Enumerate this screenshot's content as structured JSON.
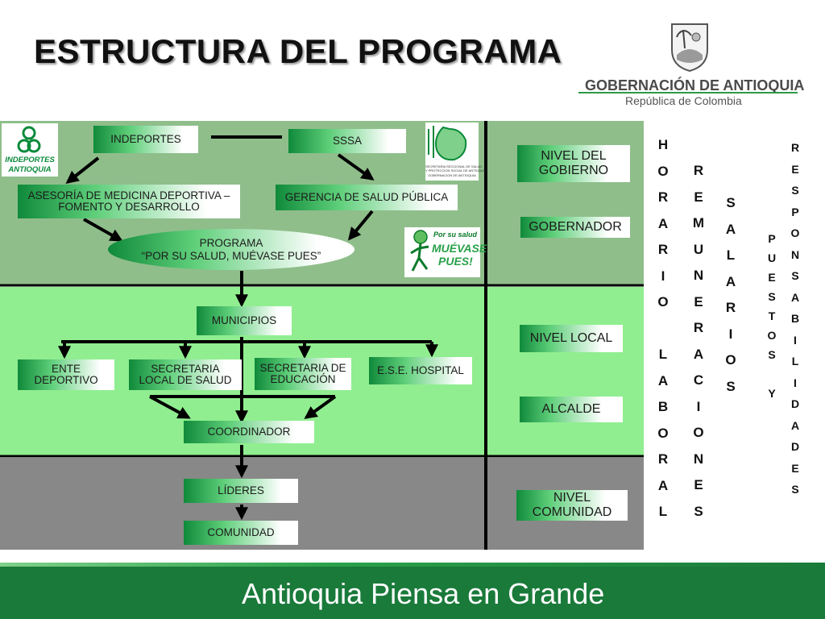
{
  "title": "ESTRUCTURA DEL PROGRAMA",
  "logo": {
    "name": "GOBERNACIÓN DE ANTIOQUIA",
    "subtitle": "República de Colombia",
    "icon": "coat-of-arms-icon"
  },
  "indeportes_logo": {
    "line1": "INDEPORTES",
    "line2": "ANTIOQUIA"
  },
  "ssa_logo": {
    "line1": "SECRETARIA SECCIONAL DE SALUD",
    "line2": "Y PROTECCION SOCIAL DE ANTIOQUIA",
    "line3": "GOBERNACION DE ANTIOQUIA"
  },
  "muevase_logo": {
    "line1": "Por su salud",
    "line2": "MUÉVASE",
    "line3": "PUES!"
  },
  "nodes": {
    "indeportes": "INDEPORTES",
    "sssa": "SSSA",
    "asesoria": "ASESORÍA DE MEDICINA DEPORTIVA –\nFOMENTO Y DESARROLLO",
    "gerencia": "GERENCIA DE SALUD PÚBLICA",
    "programa_line1": "PROGRAMA",
    "programa_line2": "“POR SU SALUD, MUÉVASE PUES”",
    "municipios": "MUNICIPIOS",
    "ente": "ENTE\nDEPORTIVO",
    "secretaria_salud": "SECRETARIA\nLOCAL DE SALUD",
    "secretaria_educacion": "SECRETARIA DE\nEDUCACIÓN",
    "ese": "E.S.E. HOSPITAL",
    "coordinador": "COORDINADOR",
    "lideres": "LÍDERES",
    "comunidad": "COMUNIDAD"
  },
  "levels": {
    "nivel_gobierno": "NIVEL DEL\nGOBIERNO",
    "gobernador": "GOBERNADOR",
    "nivel_local": "NIVEL LOCAL",
    "alcalde": "ALCALDE",
    "nivel_comunidad": "NIVEL\nCOMUNIDAD"
  },
  "vertical_words": {
    "horario": [
      "H",
      "O",
      "R",
      "A",
      "R",
      "I",
      "O",
      "",
      "L",
      "A",
      "B",
      "O",
      "R",
      "A",
      "L"
    ],
    "remuneraciones": [
      "R",
      "E",
      "M",
      "U",
      "N",
      "E",
      "R",
      "A",
      "C",
      "I",
      "O",
      "N",
      "E",
      "S"
    ],
    "salarios": [
      "S",
      "A",
      "L",
      "A",
      "R",
      "I",
      "O",
      "S"
    ],
    "puestos": [
      "P",
      "U",
      "E",
      "S",
      "T",
      "O",
      "S",
      "",
      "Y"
    ],
    "responsabilidades": [
      "R",
      "E",
      "S",
      "P",
      "O",
      "N",
      "S",
      "A",
      "B",
      "I",
      "L",
      "I",
      "D",
      "A",
      "D",
      "E",
      "S"
    ]
  },
  "footer": "Antioquia Piensa en Grande",
  "colors": {
    "band_top": "#8fbe8b",
    "band_mid": "#90ee90",
    "band_bottom": "#888888",
    "footer_green": "#1a7a3a",
    "box_green": "#0f8a3a"
  }
}
